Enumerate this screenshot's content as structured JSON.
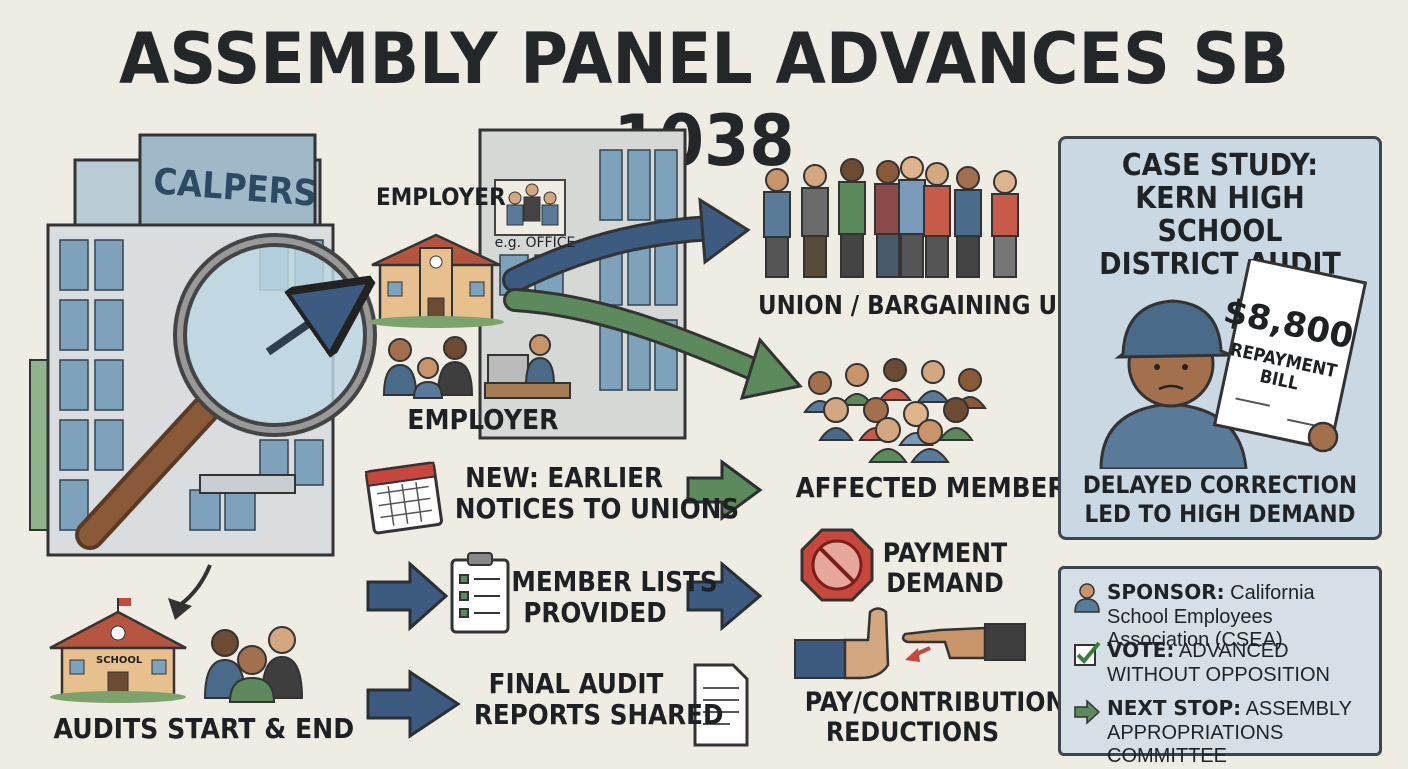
{
  "title": "ASSEMBLY PANEL ADVANCES SB 1038",
  "building": {
    "sign": "CALPERS"
  },
  "labels": {
    "employer_top": "EMPLOYER",
    "office_example": "e.g. OFFICE",
    "employer_bottom": "EMPLOYER",
    "school_sign": "SCHOOL",
    "audits": "AUDITS START & END",
    "union": "UNION / BARGAINING UNITS",
    "affected": "AFFECTED MEMBERS",
    "payment": [
      "PAYMENT",
      "DEMAND"
    ],
    "reductions": [
      "PAY/CONTRIBUTION",
      "REDUCTIONS"
    ]
  },
  "steps": [
    {
      "icon": "calendar-icon",
      "lines": [
        "NEW: EARLIER",
        "NOTICES TO UNIONS"
      ]
    },
    {
      "icon": "clipboard-icon",
      "lines": [
        "MEMBER LISTS",
        "PROVIDED"
      ]
    },
    {
      "icon": "document-icon",
      "lines": [
        "FINAL AUDIT",
        "REPORTS SHARED"
      ]
    }
  ],
  "case_study": {
    "title": [
      "CASE STUDY:",
      "KERN HIGH SCHOOL",
      "DISTRICT AUDIT"
    ],
    "bill_amount": "$8,800",
    "bill_label": [
      "REPAYMENT",
      "BILL"
    ],
    "caption": [
      "DELAYED CORRECTION",
      "LED TO HIGH DEMAND"
    ]
  },
  "info": {
    "sponsor_label": "SPONSOR:",
    "sponsor_value": "California School Employees Association (CSEA)",
    "vote_label": "VOTE:",
    "vote_value": "ADVANCED WITHOUT OPPOSITION",
    "next_label": "NEXT STOP:",
    "next_value": "ASSEMBLY APPROPRIATIONS COMMITTEE"
  },
  "colors": {
    "arrow_blue": "#3d5a80",
    "arrow_green": "#5c8a5c",
    "panel_bg": "#c9d8e2",
    "stop_red": "#c8473d"
  }
}
